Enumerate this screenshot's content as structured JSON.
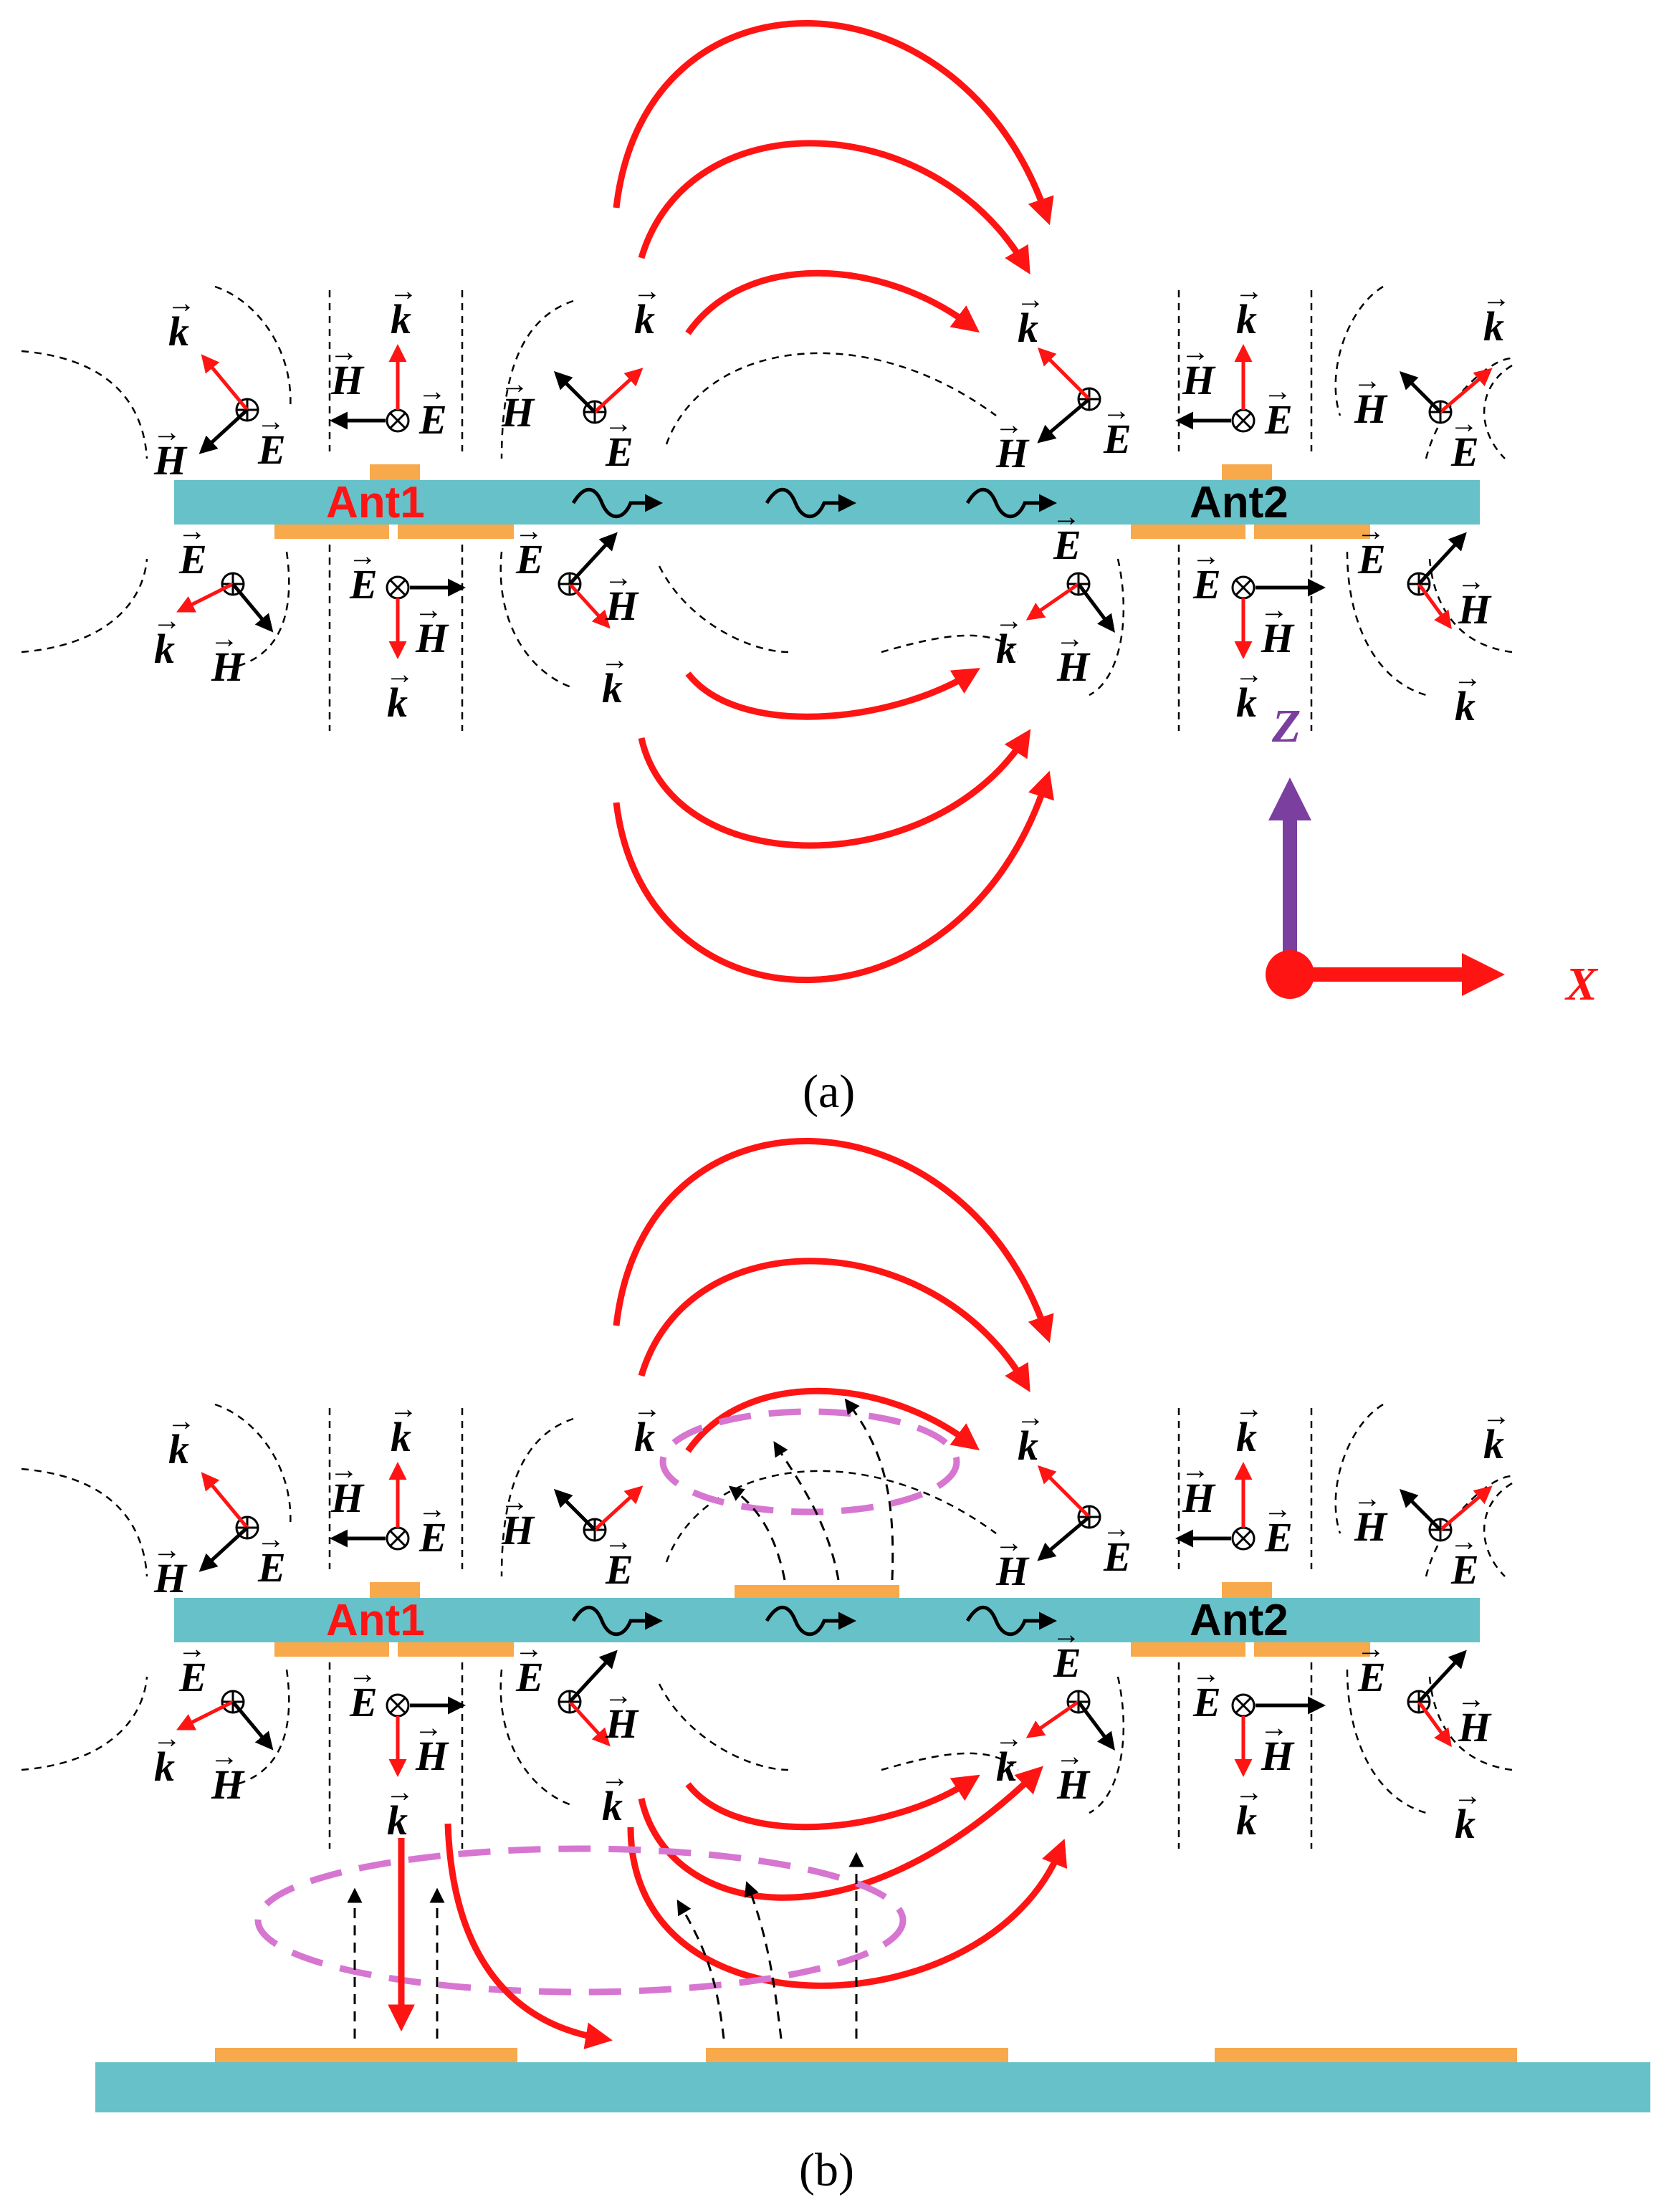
{
  "colors": {
    "substrate": "#67c1c9",
    "patch": "#f7a94c",
    "field_arrow": "#ff1414",
    "black_arrow": "#000000",
    "ellipse": "#d676d0",
    "z_axis": "#7b3fa0",
    "x_axis": "#ff1414"
  },
  "labels": {
    "ant1": "Ant1",
    "ant2": "Ant2",
    "k": "k",
    "E": "E",
    "H": "H",
    "dot_symbol": "⊕",
    "cross_symbol": "⊗",
    "axis_x": "X",
    "axis_z": "Z"
  },
  "captions": {
    "a": "(a)",
    "b": "(b)"
  },
  "icons": {
    "wave": "surface-wave-arrow-icon",
    "out_of_plane": "circle-plus-icon",
    "into_plane": "circle-cross-icon",
    "origin": "origin-dot-icon"
  }
}
